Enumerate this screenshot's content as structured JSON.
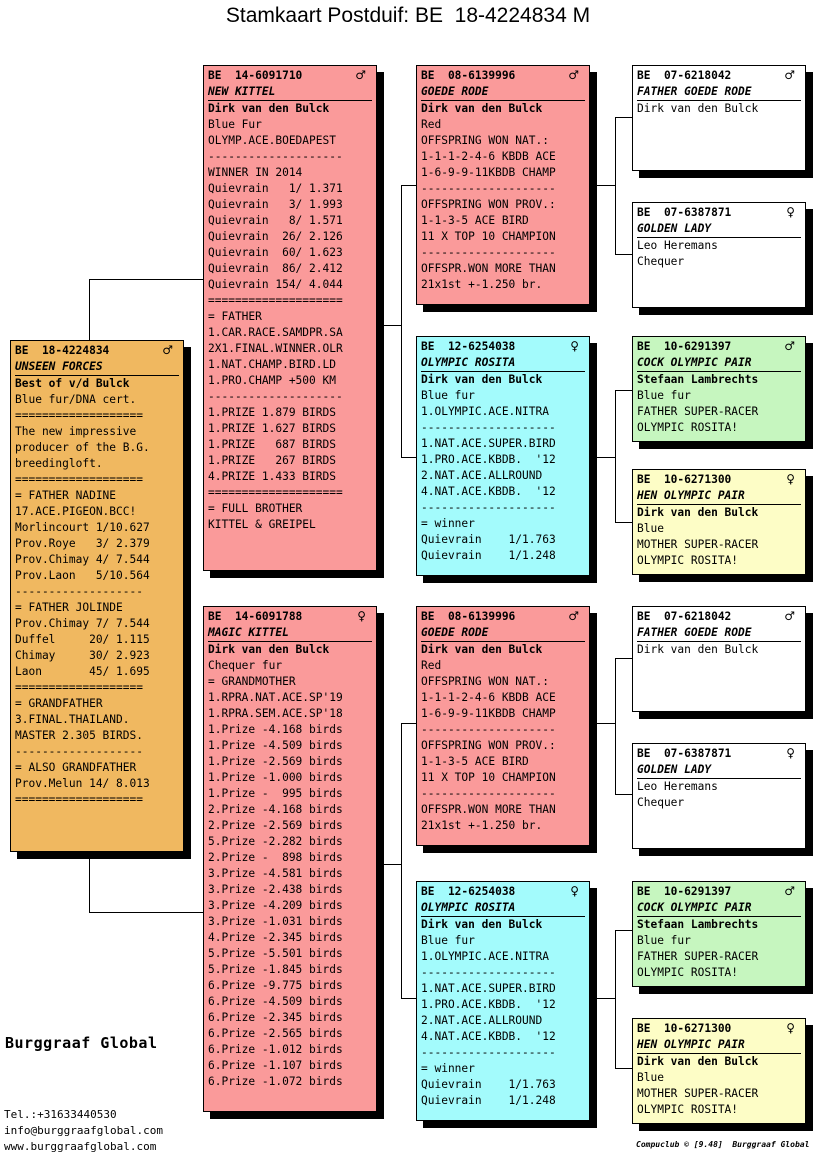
{
  "title": "Stamkaart Postduif: BE  18-4224834 M",
  "colors": {
    "orange": "#f0b860",
    "red": "#fa9a9a",
    "cyan": "#a3fbfc",
    "white": "#ffffff",
    "green": "#c6f6bf",
    "yellow": "#fdfdc6"
  },
  "brand": "Burggraaf Global",
  "contact": {
    "tel": "Tel.:+31633440530",
    "email": "info@burggraafglobal.com",
    "web": "www.burggraafglobal.com"
  },
  "footer": "Compuclub © [9.48]  Burggraaf Global",
  "cards": {
    "subject": {
      "ring": "BE  18-4224834",
      "sex": "♂",
      "name": "UNSEEN FORCES",
      "owner": "Best of v/d Bulck",
      "lines": [
        "Blue fur/DNA cert.",
        "===================",
        "The new impressive",
        "producer of the B.G.",
        "breedingloft.",
        "===================",
        "= FATHER NADINE",
        "17.ACE.PIGEON.BCC!",
        "Morlincourt 1/10.627",
        "Prov.Roye   3/ 2.379",
        "Prov.Chimay 4/ 7.544",
        "Prov.Laon   5/10.564",
        "-------------------",
        "= FATHER JOLINDE",
        "Prov.Chimay 7/ 7.544",
        "Duffel     20/ 1.115",
        "Chimay     30/ 2.923",
        "Laon       45/ 1.695",
        "===================",
        "= GRANDFATHER",
        "3.FINAL.THAILAND.",
        "MASTER 2.305 BIRDS.",
        "-------------------",
        "= ALSO GRANDFATHER",
        "Prov.Melun 14/ 8.013",
        "==================="
      ]
    },
    "father": {
      "ring": "BE  14-6091710",
      "sex": "♂",
      "name": "NEW KITTEL",
      "owner": "Dirk van den Bulck",
      "lines": [
        "Blue Fur",
        "OLYMP.ACE.BOEDAPEST",
        "--------------------",
        "WINNER IN 2014",
        "Quievrain   1/ 1.371",
        "Quievrain   3/ 1.993",
        "Quievrain   8/ 1.571",
        "Quievrain  26/ 2.126",
        "Quievrain  60/ 1.623",
        "Quievrain  86/ 2.412",
        "Quievrain 154/ 4.044",
        "====================",
        "= FATHER",
        "1.CAR.RACE.SAMDPR.SA",
        "2X1.FINAL.WINNER.OLR",
        "1.NAT.CHAMP.BIRD.LD",
        "1.PRO.CHAMP +500 KM",
        "--------------------",
        "1.PRIZE 1.879 BIRDS",
        "1.PRIZE 1.627 BIRDS",
        "1.PRIZE   687 BIRDS",
        "1.PRIZE   267 BIRDS",
        "4.PRIZE 1.433 BIRDS",
        "====================",
        "= FULL BROTHER",
        "KITTEL & GREIPEL"
      ]
    },
    "mother": {
      "ring": "BE  14-6091788",
      "sex": "♀",
      "name": "MAGIC KITTEL",
      "owner": "Dirk van den Bulck",
      "lines": [
        "Chequer fur",
        "= GRANDMOTHER",
        "1.RPRA.NAT.ACE.SP'19",
        "1.RPRA.SEM.ACE.SP'18",
        "1.Prize -4.168 birds",
        "1.Prize -4.509 birds",
        "1.Prize -2.569 birds",
        "1.Prize -1.000 birds",
        "1.Prize -  995 birds",
        "2.Prize -4.168 birds",
        "2.Prize -2.569 birds",
        "5.Prize -2.282 birds",
        "2.Prize -  898 birds",
        "3.Prize -4.581 birds",
        "3.Prize -2.438 birds",
        "3.Prize -4.209 birds",
        "3.Prize -1.031 birds",
        "4.Prize -2.345 birds",
        "5.Prize -5.501 birds",
        "5.Prize -1.845 birds",
        "6.Prize -9.775 birds",
        "6.Prize -4.509 birds",
        "6.Prize -2.345 birds",
        "6.Prize -2.565 birds",
        "6.Prize -1.012 birds",
        "6.Prize -1.107 birds",
        "6.Prize -1.072 birds"
      ]
    },
    "ff": {
      "ring": "BE  08-6139996",
      "sex": "♂",
      "name": "GOEDE RODE",
      "owner": "Dirk van den Bulck",
      "lines": [
        "Red",
        "OFFSPRING WON NAT.:",
        "1-1-1-2-4-6 KBDB ACE",
        "1-6-9-9-11KBDB CHAMP",
        "--------------------",
        "OFFSPRING WON PROV.:",
        "1-1-3-5 ACE BIRD",
        "11 X TOP 10 CHAMPION",
        "--------------------",
        "OFFSPR.WON MORE THAN",
        "21x1st +-1.250 br."
      ]
    },
    "fm": {
      "ring": "BE  12-6254038",
      "sex": "♀",
      "name": "OLYMPIC ROSITA",
      "owner": "Dirk van den Bulck",
      "lines": [
        "Blue fur",
        "1.OLYMPIC.ACE.NITRA",
        "--------------------",
        "1.NAT.ACE.SUPER.BIRD",
        "1.PRO.ACE.KBDB.  '12",
        "2.NAT.ACE.ALLROUND",
        "4.NAT.ACE.KBDB.  '12",
        "--------------------",
        "= winner",
        "Quievrain    1/1.763",
        "Quievrain    1/1.248"
      ]
    },
    "mf": {
      "ring": "BE  08-6139996",
      "sex": "♂",
      "name": "GOEDE RODE",
      "owner": "Dirk van den Bulck",
      "lines": [
        "Red",
        "OFFSPRING WON NAT.:",
        "1-1-1-2-4-6 KBDB ACE",
        "1-6-9-9-11KBDB CHAMP",
        "--------------------",
        "OFFSPRING WON PROV.:",
        "1-1-3-5 ACE BIRD",
        "11 X TOP 10 CHAMPION",
        "--------------------",
        "OFFSPR.WON MORE THAN",
        "21x1st +-1.250 br."
      ]
    },
    "mm": {
      "ring": "BE  12-6254038",
      "sex": "♀",
      "name": "OLYMPIC ROSITA",
      "owner": "Dirk van den Bulck",
      "lines": [
        "Blue fur",
        "1.OLYMPIC.ACE.NITRA",
        "--------------------",
        "1.NAT.ACE.SUPER.BIRD",
        "1.PRO.ACE.KBDB.  '12",
        "2.NAT.ACE.ALLROUND",
        "4.NAT.ACE.KBDB.  '12",
        "--------------------",
        "= winner",
        "Quievrain    1/1.763",
        "Quievrain    1/1.248"
      ]
    },
    "fff": {
      "ring": "BE  07-6218042",
      "sex": "♂",
      "name": "FATHER GOEDE RODE",
      "owner": "",
      "lines": [
        "Dirk van den Bulck"
      ]
    },
    "ffm": {
      "ring": "BE  07-6387871",
      "sex": "♀",
      "name": "GOLDEN LADY",
      "owner": "",
      "lines": [
        "Leo Heremans",
        "Chequer"
      ]
    },
    "fmf": {
      "ring": "BE  10-6291397",
      "sex": "♂",
      "name": "COCK OLYMPIC PAIR",
      "owner": "Stefaan Lambrechts",
      "lines": [
        "Blue fur",
        "FATHER SUPER-RACER",
        "OLYMPIC ROSITA!"
      ]
    },
    "fmm": {
      "ring": "BE  10-6271300",
      "sex": "♀",
      "name": "HEN OLYMPIC PAIR",
      "owner": "Dirk van den Bulck",
      "lines": [
        "Blue",
        "MOTHER SUPER-RACER",
        "OLYMPIC ROSITA!"
      ]
    },
    "mff": {
      "ring": "BE  07-6218042",
      "sex": "♂",
      "name": "FATHER GOEDE RODE",
      "owner": "",
      "lines": [
        "Dirk van den Bulck"
      ]
    },
    "mfm": {
      "ring": "BE  07-6387871",
      "sex": "♀",
      "name": "GOLDEN LADY",
      "owner": "",
      "lines": [
        "Leo Heremans",
        "Chequer"
      ]
    },
    "mmf": {
      "ring": "BE  10-6291397",
      "sex": "♂",
      "name": "COCK OLYMPIC PAIR",
      "owner": "Stefaan Lambrechts",
      "lines": [
        "Blue fur",
        "FATHER SUPER-RACER",
        "OLYMPIC ROSITA!"
      ]
    },
    "mmm": {
      "ring": "BE  10-6271300",
      "sex": "♀",
      "name": "HEN OLYMPIC PAIR",
      "owner": "Dirk van den Bulck",
      "lines": [
        "Blue",
        "MOTHER SUPER-RACER",
        "OLYMPIC ROSITA!"
      ]
    }
  }
}
